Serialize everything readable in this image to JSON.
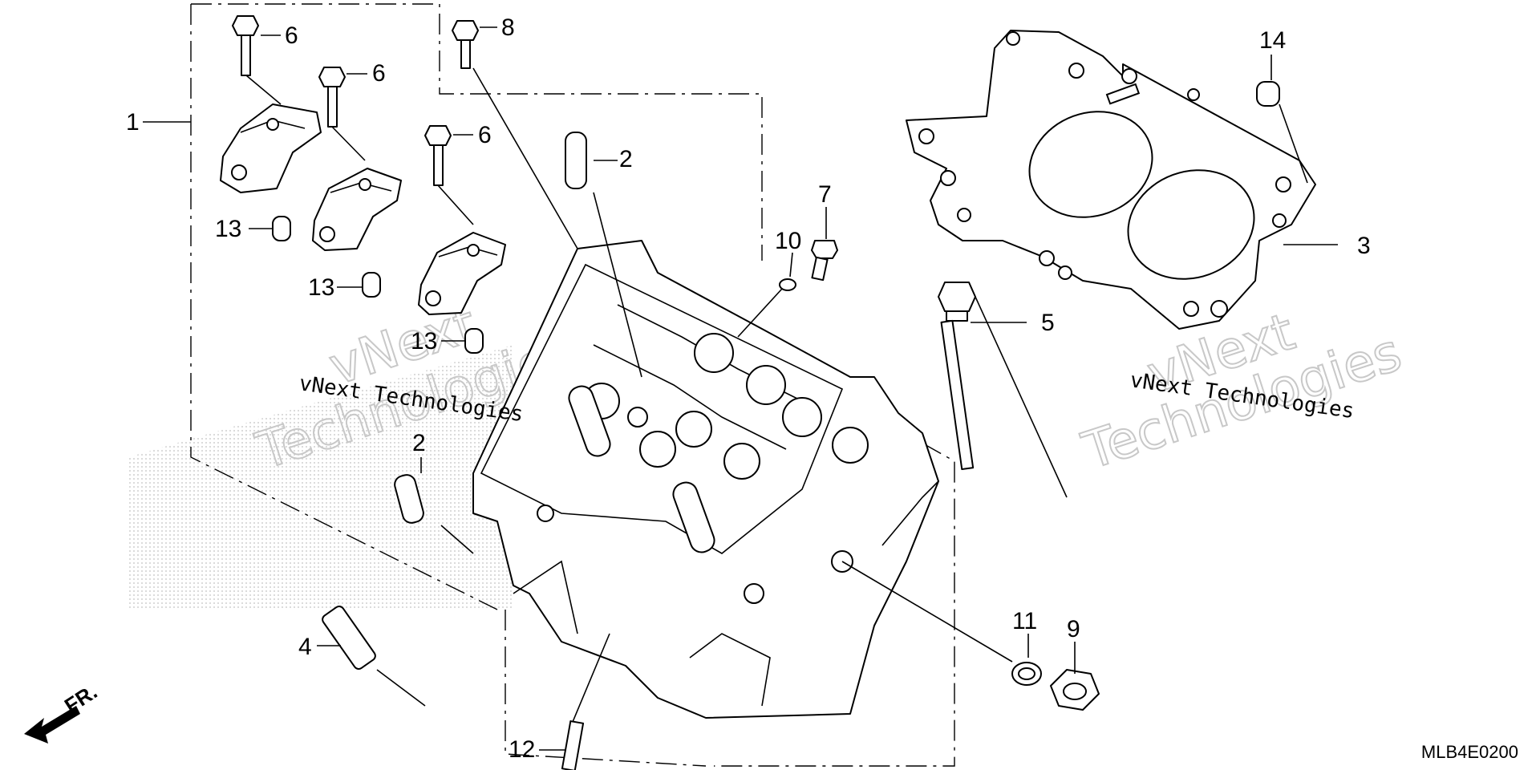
{
  "diagram": {
    "callouts": [
      {
        "id": "c1",
        "text": "1"
      },
      {
        "id": "c2a",
        "text": "2"
      },
      {
        "id": "c2b",
        "text": "2"
      },
      {
        "id": "c3",
        "text": "3"
      },
      {
        "id": "c4",
        "text": "4"
      },
      {
        "id": "c5",
        "text": "5"
      },
      {
        "id": "c6a",
        "text": "6"
      },
      {
        "id": "c6b",
        "text": "6"
      },
      {
        "id": "c6c",
        "text": "6"
      },
      {
        "id": "c7",
        "text": "7"
      },
      {
        "id": "c8",
        "text": "8"
      },
      {
        "id": "c9",
        "text": "9"
      },
      {
        "id": "c10",
        "text": "10"
      },
      {
        "id": "c11",
        "text": "11"
      },
      {
        "id": "c12",
        "text": "12"
      },
      {
        "id": "c13a",
        "text": "13"
      },
      {
        "id": "c13b",
        "text": "13"
      },
      {
        "id": "c13c",
        "text": "13"
      },
      {
        "id": "c14",
        "text": "14"
      }
    ],
    "watermarks": [
      {
        "id": "w1",
        "text": "vNext Technologies"
      },
      {
        "id": "w2",
        "text": "vNext Technologies"
      },
      {
        "id": "w3",
        "text": "vNext"
      },
      {
        "id": "w4",
        "text": "Technologies"
      },
      {
        "id": "w5",
        "text": "vNext"
      },
      {
        "id": "w6",
        "text": "Technologies"
      }
    ],
    "direction_label": "FR.",
    "diagram_code": "MLB4E0200"
  }
}
